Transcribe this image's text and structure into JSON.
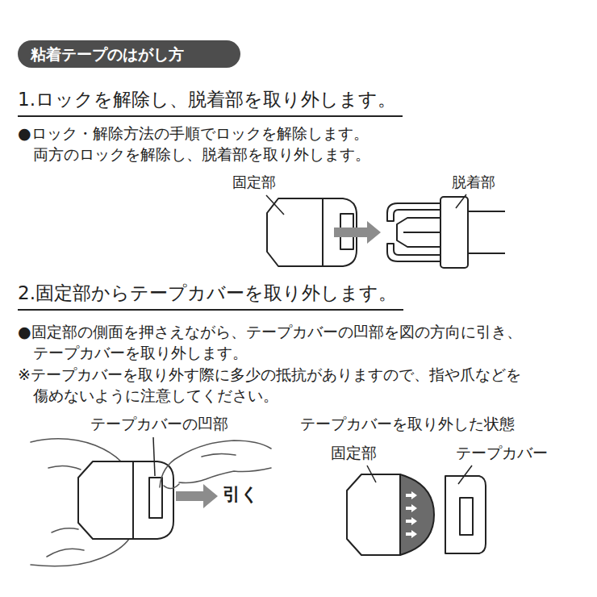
{
  "diagram": {
    "title": "粘着テープのはがし方",
    "labels": [
      "1.ロックを解除し、脱着部を取り外します。",
      "●ロック・解除方法の手順でロックを解除します。 両方のロックを解除し、脱着部を取り外します。",
      "固定部",
      "脱着部",
      "2.固定部からテープカバーを取り外します。",
      "●固定部の側面を押さえながら、テープカバーの凹部を図の方向に引き、 テープカバーを取り外します。",
      "※テープカバーを取り外す際に多少の抵抗がありますので、指や爪などを 傷めないように注意してください。",
      "テープカバーの凹部",
      "引く",
      "テープカバーを取り外した状態",
      "固定部",
      "テープカバー"
    ]
  }
}
